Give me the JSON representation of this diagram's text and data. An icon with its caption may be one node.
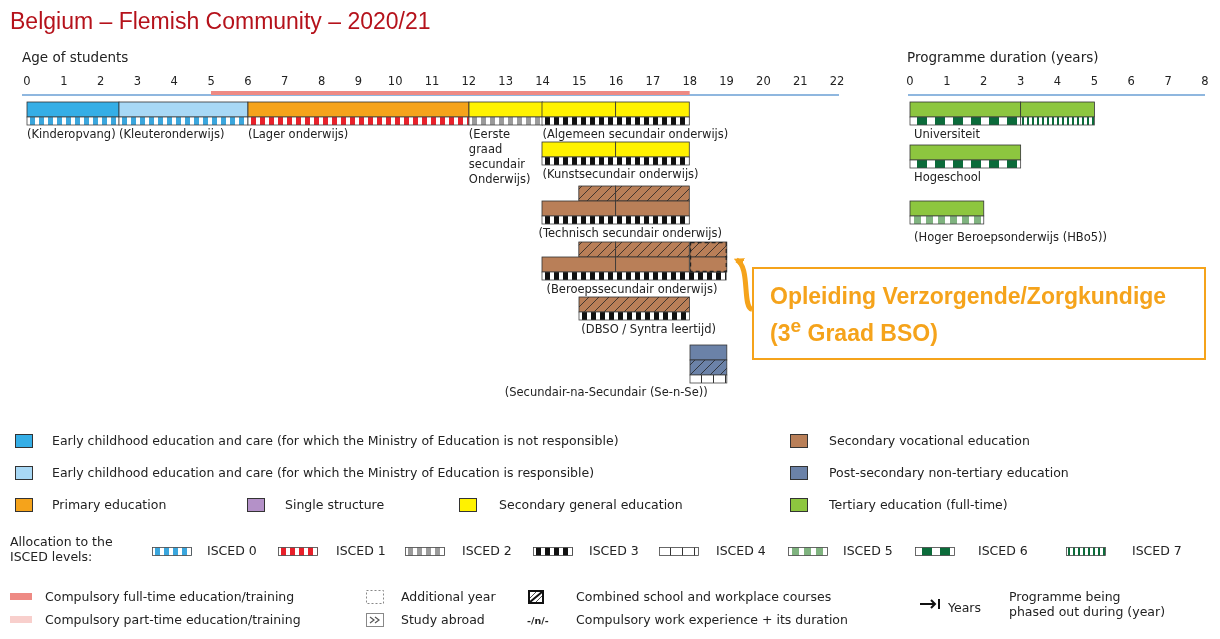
{
  "diagram": {
    "title": "Belgium – Flemish Community – 2020/21",
    "nodes": [
      {
        "text": [
          "(Kinderopvang)"
        ]
      },
      {
        "text": [
          "(Kleuteronderwijs)"
        ]
      },
      {
        "text": [
          "(Lager onderwijs)"
        ]
      },
      {
        "text": [
          "(Eerste graad secundair Onderwijs)"
        ]
      },
      {
        "text": [
          "(Algemeen secundair onderwijs)"
        ]
      },
      {
        "text": [
          "(Kunstsecundair onderwijs)"
        ]
      },
      {
        "text": [
          "(Technisch secundair onderwijs)"
        ]
      },
      {
        "text": [
          "(Beroepssecundair onderwijs)"
        ]
      },
      {
        "text": [],
        "shape": "box",
        "in": 7
      },
      {
        "text": [
          "(DBSO / Syntra leertijd)"
        ]
      },
      {
        "text": [
          "(Secundair-na-Secundair (Se-n-Se))"
        ]
      },
      {
        "text": [
          "Universiteit"
        ]
      },
      {
        "text": [
          "Hogeschool"
        ]
      },
      {
        "text": [
          "(Hoger Beroepsonderwijs (HBo5))"
        ]
      },
      {
        "text": [
          "Opleiding Verzorgende/Zorgkundige (3$^{e}$ Graad BSO)"
        ]
      }
    ],
    "edges": [
      {
        "from": 14,
        "to": 8,
        "arrow": "to"
      }
    ],
    "labels": [
      "Age of students",
      "0",
      "1",
      "2",
      "3",
      "4",
      "5",
      "6",
      "7",
      "8",
      "9",
      "10",
      "11",
      "12",
      "13",
      "14",
      "15",
      "16",
      "17",
      "18",
      "19",
      "20",
      "21",
      "22",
      "Programme duration (years)",
      "0",
      "1",
      "2",
      "3",
      "4",
      "5",
      "6",
      "7",
      "8",
      "Allocation to the ISCED levels:",
      "-/n/-",
      "Years"
    ],
    "legend": [
      {
        "text": "Early childhood education and care (for which the Ministry of Education is not responsible)",
        "color": "#35aee6"
      },
      {
        "text": "Secondary vocational education",
        "color": "#b97f58"
      },
      {
        "text": "Early childhood education and care (for which the Ministry of Education is responsible)",
        "color": "#a8d8f5"
      },
      {
        "text": "Post-secondary non-tertiary education",
        "color": "#6b82a8"
      },
      {
        "text": "Primary education",
        "color": "#f5a31b"
      },
      {
        "text": "Single structure",
        "color": "#b491c8"
      },
      {
        "text": "Secondary general education",
        "color": "#fff200"
      },
      {
        "text": "Tertiary education (full-time)",
        "color": "#8dc63f"
      },
      {
        "text": "ISCED 0"
      },
      {
        "text": "ISCED 1"
      },
      {
        "text": "ISCED 2"
      },
      {
        "text": "ISCED 3"
      },
      {
        "text": "ISCED 4"
      },
      {
        "text": "ISCED 5"
      },
      {
        "text": "ISCED 6"
      },
      {
        "text": "ISCED 7"
      },
      {
        "text": "Compulsory full-time education/training",
        "color": "#ee8a84"
      },
      {
        "text": "Additional year"
      },
      {
        "text": "Combined school and workplace courses"
      },
      {
        "text": "Programme being phased out during (year)"
      },
      {
        "text": "Compulsory part-time education/training",
        "color": "#f8cfcc"
      },
      {
        "text": "Study abroad"
      },
      {
        "text": "Compulsory work experience + its duration"
      }
    ]
  }
}
